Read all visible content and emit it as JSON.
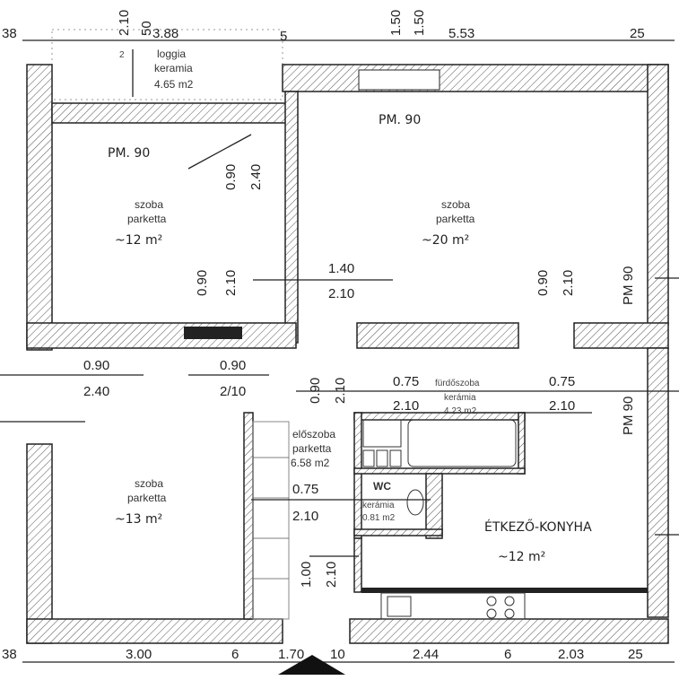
{
  "plan": {
    "top_dims": [
      "38",
      "3.88",
      "5",
      "1.50",
      "1.50",
      "5.53",
      "25",
      "2.10",
      "50",
      "2"
    ],
    "bottom_dims": [
      "38",
      "3.00",
      "6",
      "1.70",
      "10",
      "2.44",
      "6",
      "2.03",
      "25"
    ],
    "loggia": {
      "name": "loggia",
      "floor": "keramia",
      "area": "4.65 m2"
    },
    "rooms": [
      {
        "name": "szoba",
        "floor": "parketta",
        "area": "~12 m²",
        "door": "PM. 90"
      },
      {
        "name": "szoba",
        "floor": "parketta",
        "area": "~20 m²",
        "door": "PM. 90"
      },
      {
        "name": "szoba",
        "floor": "parketta",
        "area": "~13 m²"
      },
      {
        "name": "előszoba",
        "floor": "parketta",
        "area": "6.58 m2"
      },
      {
        "name": "fürdőszoba",
        "floor": "kerámia",
        "area": "4.23 m2"
      },
      {
        "name": "WC",
        "floor": "kerámia",
        "area": "0.81 m2"
      },
      {
        "name": "ÉTKEZŐ-KONYHA",
        "area": "~12 m²"
      }
    ],
    "openings": {
      "r1_door_w": "0.90",
      "r1_door_h": "2.40",
      "r1_win_w": "0.90",
      "r1_win_h": "2.10",
      "mid_w": "1.40",
      "mid_h": "2.10",
      "r2_door_w": "0.90",
      "r2_door_h": "2.10",
      "pm_right_1": "PM 90",
      "pm_right_2": "PM 90",
      "left_w": "0.90",
      "left_h": "2.40",
      "hall_w": "0.90",
      "hall_h": "2/10",
      "hall2_w": "0.90",
      "hall2_h": "2.10",
      "bath_w": "0.75",
      "bath_h": "2.10",
      "kit_w": "0.75",
      "kit_h": "2.10",
      "wc_w": "0.75",
      "wc_h": "2.10",
      "entry_w": "1.00",
      "entry_h": "2.10"
    }
  }
}
